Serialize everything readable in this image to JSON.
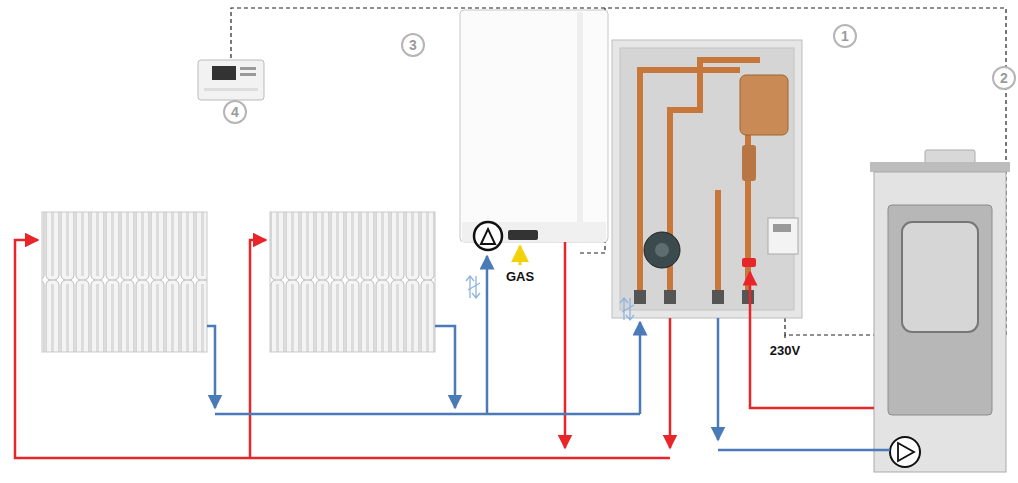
{
  "diagram": {
    "labels": [
      "1",
      "3",
      "2",
      "4",
      "GAS",
      "230V"
    ]
  }
}
